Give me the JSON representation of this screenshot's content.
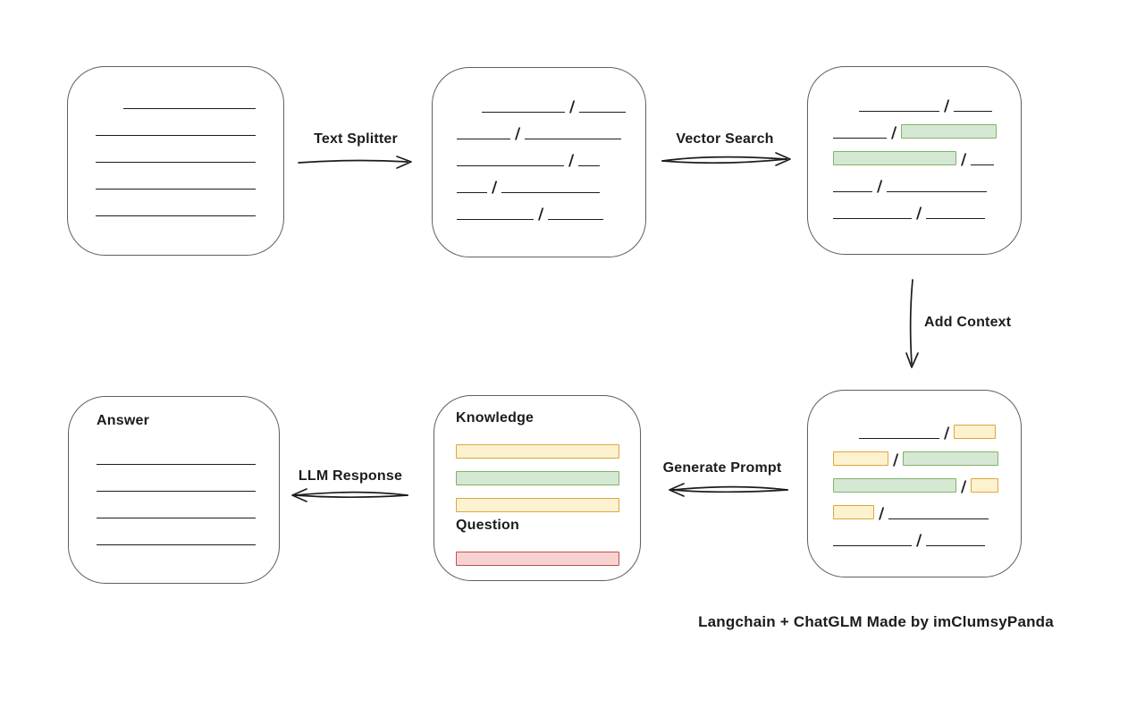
{
  "separator": "/",
  "colors": {
    "line": "#1c1c1c",
    "box_border": "#5f5f5f",
    "green_fill": "#d5e8d4",
    "green_stroke": "#82b366",
    "yellow_fill": "#fcf2d0",
    "yellow_stroke": "#dca73c",
    "red_fill": "#f7d2d0",
    "red_stroke": "#b85450"
  },
  "arrows": {
    "text_splitter": "Text Splitter",
    "vector_search": "Vector Search",
    "add_context": "Add Context",
    "generate_prompt": "Generate Prompt",
    "llm_response": "LLM Response"
  },
  "caption": "Langchain + ChatGLM Made by imClumsyPanda",
  "document_box": {
    "rows": [
      {
        "indent": 31,
        "segs": [
          {
            "t": "line",
            "w": 148
          }
        ]
      },
      {
        "segs": [
          {
            "t": "line",
            "w": 179
          }
        ]
      },
      {
        "segs": [
          {
            "t": "line",
            "w": 179
          }
        ]
      },
      {
        "segs": [
          {
            "t": "line",
            "w": 179
          }
        ]
      },
      {
        "segs": [
          {
            "t": "line",
            "w": 179
          }
        ]
      }
    ]
  },
  "chunks_box": {
    "rows": [
      {
        "indent": 28,
        "segs": [
          {
            "t": "line",
            "w": 93
          },
          {
            "t": "line",
            "w": 52
          }
        ]
      },
      {
        "segs": [
          {
            "t": "line",
            "w": 60
          },
          {
            "t": "line",
            "w": 108
          }
        ]
      },
      {
        "segs": [
          {
            "t": "line",
            "w": 120
          },
          {
            "t": "line",
            "w": 24
          }
        ]
      },
      {
        "segs": [
          {
            "t": "line",
            "w": 34
          },
          {
            "t": "line",
            "w": 110
          }
        ]
      },
      {
        "segs": [
          {
            "t": "line",
            "w": 86
          },
          {
            "t": "line",
            "w": 62
          }
        ]
      }
    ]
  },
  "matched_box": {
    "rows": [
      {
        "indent": 29,
        "segs": [
          {
            "t": "line",
            "w": 90
          },
          {
            "t": "line",
            "w": 43
          }
        ]
      },
      {
        "segs": [
          {
            "t": "line",
            "w": 60
          },
          {
            "t": "green",
            "w": 107
          }
        ]
      },
      {
        "segs": [
          {
            "t": "green",
            "w": 138
          },
          {
            "t": "line",
            "w": 26
          }
        ]
      },
      {
        "segs": [
          {
            "t": "line",
            "w": 44
          },
          {
            "t": "line",
            "w": 112
          }
        ]
      },
      {
        "segs": [
          {
            "t": "line",
            "w": 88
          },
          {
            "t": "line",
            "w": 66
          }
        ]
      }
    ]
  },
  "context_box": {
    "rows": [
      {
        "indent": 29,
        "segs": [
          {
            "t": "line",
            "w": 90
          },
          {
            "t": "yellow",
            "w": 47
          }
        ]
      },
      {
        "segs": [
          {
            "t": "yellow",
            "w": 62
          },
          {
            "t": "green",
            "w": 107
          }
        ]
      },
      {
        "segs": [
          {
            "t": "green",
            "w": 138
          },
          {
            "t": "yellow",
            "w": 31
          }
        ]
      },
      {
        "segs": [
          {
            "t": "yellow",
            "w": 46
          },
          {
            "t": "line",
            "w": 112
          }
        ]
      },
      {
        "segs": [
          {
            "t": "line",
            "w": 88
          },
          {
            "t": "line",
            "w": 66
          }
        ]
      }
    ]
  },
  "prompt_box": {
    "knowledge_label": "Knowledge",
    "question_label": "Question",
    "knowledge_bars": [
      {
        "segs": [
          {
            "t": "yellow",
            "w": 183
          }
        ]
      },
      {
        "segs": [
          {
            "t": "green",
            "w": 183
          }
        ]
      },
      {
        "segs": [
          {
            "t": "yellow",
            "w": 183
          }
        ]
      }
    ],
    "question_bars": [
      {
        "segs": [
          {
            "t": "red",
            "w": 183
          }
        ]
      }
    ]
  },
  "answer_box": {
    "label": "Answer",
    "rows": [
      {
        "segs": [
          {
            "t": "line",
            "w": 178
          }
        ]
      },
      {
        "segs": [
          {
            "t": "line",
            "w": 178
          }
        ]
      },
      {
        "segs": [
          {
            "t": "line",
            "w": 178
          }
        ]
      },
      {
        "segs": [
          {
            "t": "line",
            "w": 178
          }
        ]
      }
    ]
  }
}
